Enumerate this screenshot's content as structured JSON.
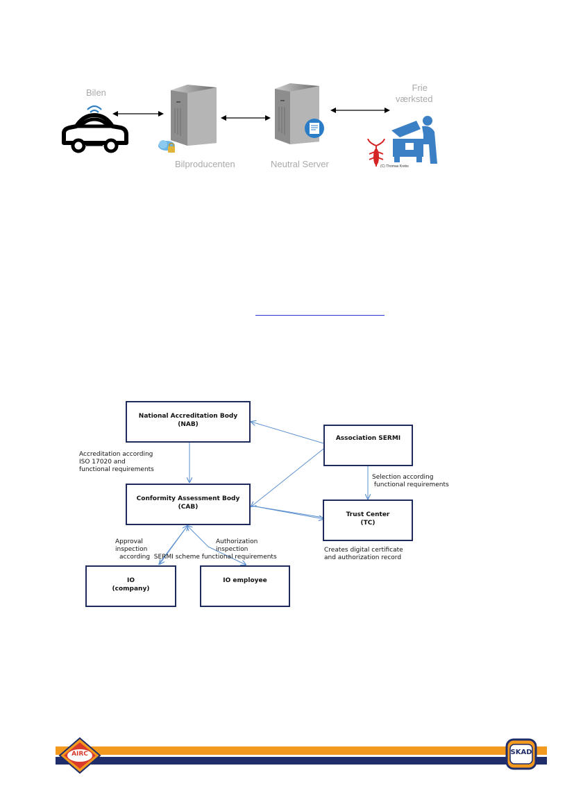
{
  "top_diagram": {
    "car_label": "Bilen",
    "manufacturer_label": "Bilproducenten",
    "neutral_label": "Neutral Server",
    "workshop_label_1": "Frie",
    "workshop_label_2": "værksted",
    "credit": "(C) Thomas Krebs"
  },
  "flow": {
    "nab_line1": "National Accreditation Body",
    "nab_line2": "(NAB)",
    "sermi": "Association SERMI",
    "cab_line1": "Conformity Assessment Body",
    "cab_line2": "(CAB)",
    "tc_line1": "Trust Center",
    "tc_line2": "(TC)",
    "io_line1": "IO",
    "io_line2": "(company)",
    "io_employee": "IO employee",
    "accred_1": "Accreditation according",
    "accred_2": "ISO 17020 and",
    "accred_3": "functional requirements",
    "selection_1": "Selection according",
    "selection_2": " functional requirements",
    "creates_1": "Creates digital certificate",
    "creates_2": "and authorization record",
    "approval_1": "Approval",
    "approval_2": "inspection",
    "approval_3": "according  SERMI scheme functional requirements",
    "auth_1": "Authorization",
    "auth_2": "inspection"
  },
  "footer": {
    "left_logo": "AIRC",
    "right_logo": "SKAD",
    "colors": {
      "orange": "#f39a1e",
      "navy": "#1f2d6b"
    }
  }
}
